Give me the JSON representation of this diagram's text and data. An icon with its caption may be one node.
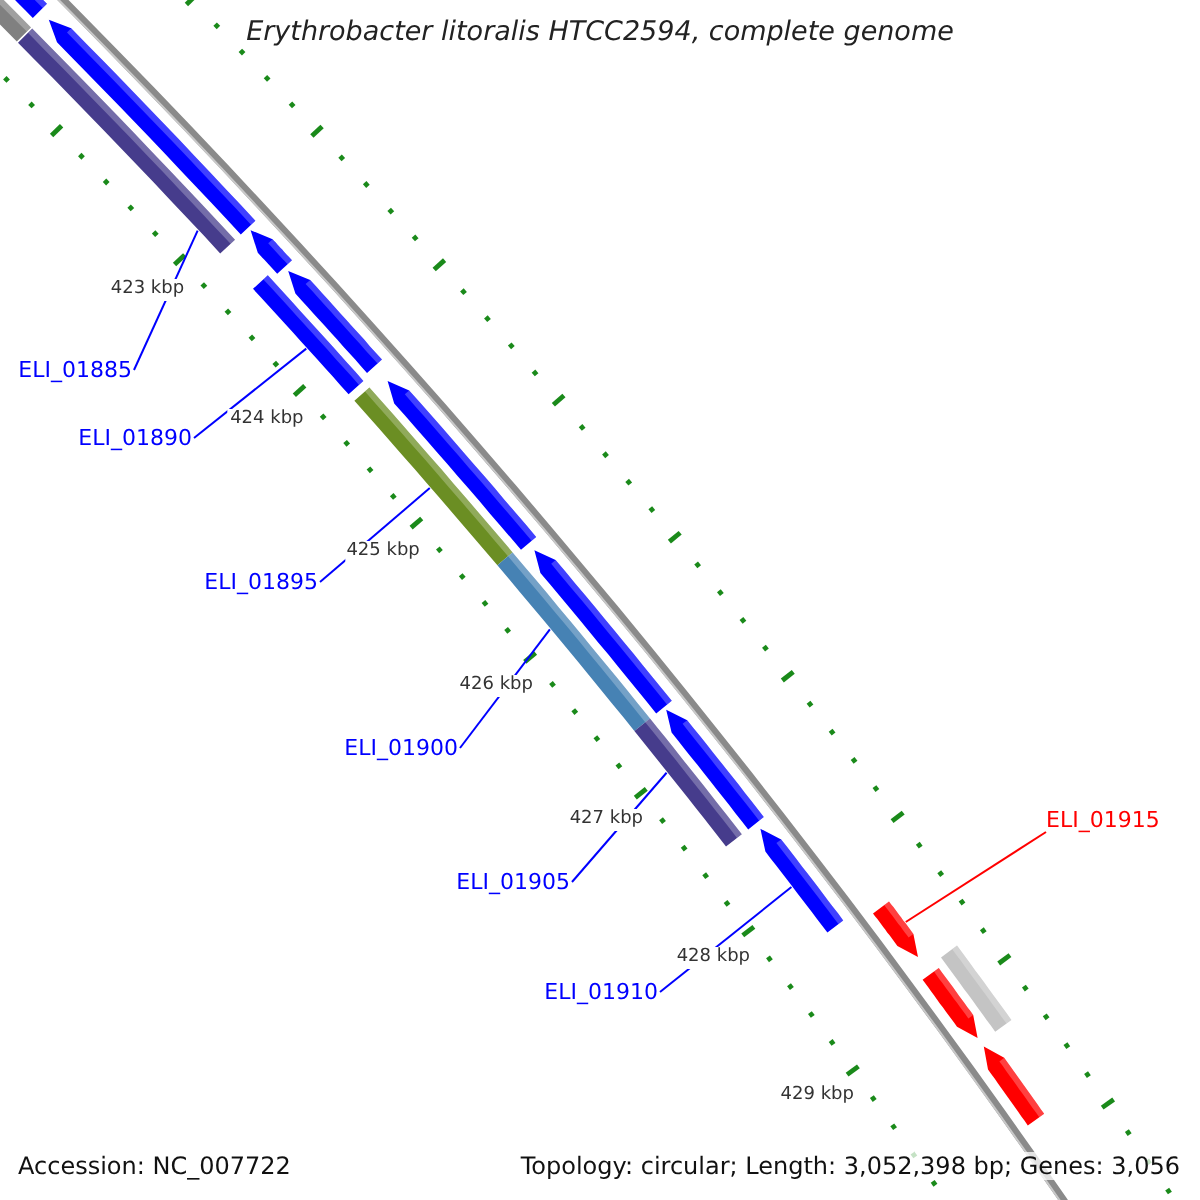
{
  "diagram": {
    "title": "Erythrobacter litoralis HTCC2594, complete genome",
    "nodes": [
      {
        "text": [
          "ELI_01885"
        ]
      },
      {
        "text": [
          "ELI_01890"
        ]
      },
      {
        "text": [
          "ELI_01895"
        ]
      },
      {
        "text": [
          "ELI_01900"
        ]
      },
      {
        "text": [
          "ELI_01905"
        ]
      },
      {
        "text": [
          "ELI_01910"
        ]
      },
      {
        "text": [
          "ELI_01915"
        ]
      },
      {
        "text": [],
        "shape": "bar"
      },
      {
        "text": [],
        "shape": "arrow"
      },
      {
        "text": [],
        "shape": "bar"
      },
      {
        "text": [],
        "shape": "arrow"
      },
      {
        "text": [],
        "shape": "arrow"
      },
      {
        "text": [],
        "shape": "bar"
      },
      {
        "text": [],
        "shape": "arrow"
      },
      {
        "text": [],
        "shape": "bar"
      },
      {
        "text": [],
        "shape": "arrow"
      },
      {
        "text": [],
        "shape": "bar"
      },
      {
        "text": [],
        "shape": "arrow"
      },
      {
        "text": [],
        "shape": "bar"
      },
      {
        "text": [],
        "shape": "arrow"
      },
      {
        "text": [],
        "shape": "arrow"
      },
      {
        "text": [],
        "shape": "arrow"
      },
      {
        "text": [],
        "shape": "bar"
      },
      {
        "text": [],
        "shape": "arrow"
      },
      {
        "text": [],
        "shape": "arrow"
      }
    ],
    "edges": [
      {
        "from": 0,
        "to": 9,
        "arrow": "none"
      },
      {
        "from": 1,
        "to": 12,
        "arrow": "none"
      },
      {
        "from": 2,
        "to": 14,
        "arrow": "none"
      },
      {
        "from": 3,
        "to": 16,
        "arrow": "none"
      },
      {
        "from": 4,
        "to": 18,
        "arrow": "none"
      },
      {
        "from": 5,
        "to": 20,
        "arrow": "none"
      },
      {
        "from": 6,
        "to": 21,
        "arrow": "none",
        "color": "#ff0000"
      }
    ],
    "labels": [
      "423 kbp",
      "424 kbp",
      "425 kbp",
      "426 kbp",
      "427 kbp",
      "428 kbp",
      "429 kbp",
      "Accession: NC_007722",
      "Topology: circular; Length: 3,052,398 bp; Genes: 3,056"
    ]
  }
}
